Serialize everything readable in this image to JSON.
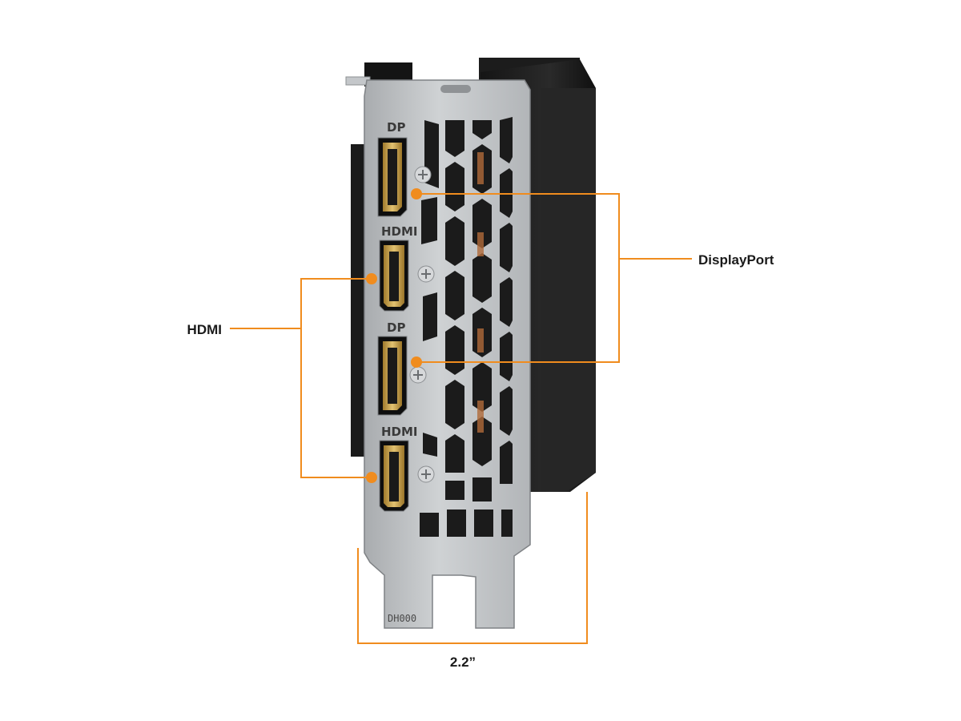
{
  "callouts": {
    "displayport": "DisplayPort",
    "hdmi": "HDMI",
    "width": "2.2”"
  },
  "bracket": {
    "ports": [
      {
        "type": "DisplayPort",
        "label": "DP"
      },
      {
        "type": "HDMI",
        "label": "HDMI"
      },
      {
        "type": "DisplayPort",
        "label": "DP"
      },
      {
        "type": "HDMI",
        "label": "HDMI"
      }
    ],
    "etched_code": "DH000"
  },
  "colors": {
    "accent": "#f08c1e",
    "bracket": "#b9bcbf",
    "cooler": "#1e1e1e",
    "port_gold": "#c9a24a"
  },
  "icons": [
    "screw-icon"
  ]
}
